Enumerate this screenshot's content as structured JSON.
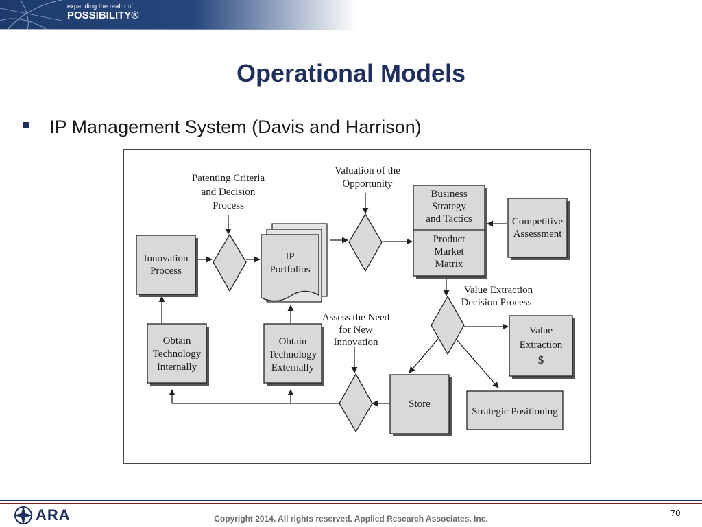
{
  "banner": {
    "line1": "expanding the realm of",
    "line2": "POSSIBILITY®"
  },
  "slide": {
    "title": "Operational Models",
    "bullet": "IP Management System (Davis and Harrison)"
  },
  "diagram": {
    "innovation_process": [
      "Innovation",
      "Process"
    ],
    "obtain_internally": [
      "Obtain",
      "Technology",
      "Internally"
    ],
    "obtain_externally": [
      "Obtain",
      "Technology",
      "Externally"
    ],
    "ip_portfolios": [
      "IP",
      "Portfolios"
    ],
    "business_strategy": [
      "Business",
      "Strategy",
      "and Tactics"
    ],
    "product_market": [
      "Product",
      "Market",
      "Matrix"
    ],
    "competitive_assessment": [
      "Competitive",
      "Assessment"
    ],
    "value_extraction": [
      "Value",
      "Extraction",
      "$"
    ],
    "store": "Store",
    "strategic_positioning": "Strategic Positioning",
    "patenting_criteria": [
      "Patenting Criteria",
      "and Decision",
      "Process"
    ],
    "valuation": [
      "Valuation of the",
      "Opportunity"
    ],
    "value_extraction_decision": [
      "Value Extraction",
      "Decision Process"
    ],
    "assess_need": [
      "Assess the Need",
      "for New",
      "Innovation"
    ]
  },
  "footer": {
    "logo": "ARA",
    "copyright": "Copyright 2014.  All rights reserved.  Applied Research Associates, Inc.",
    "page_number": "70"
  },
  "colors": {
    "title": "#1f2f5e",
    "banner": "#1d3a6b",
    "box_fill": "#d9d9d9"
  }
}
